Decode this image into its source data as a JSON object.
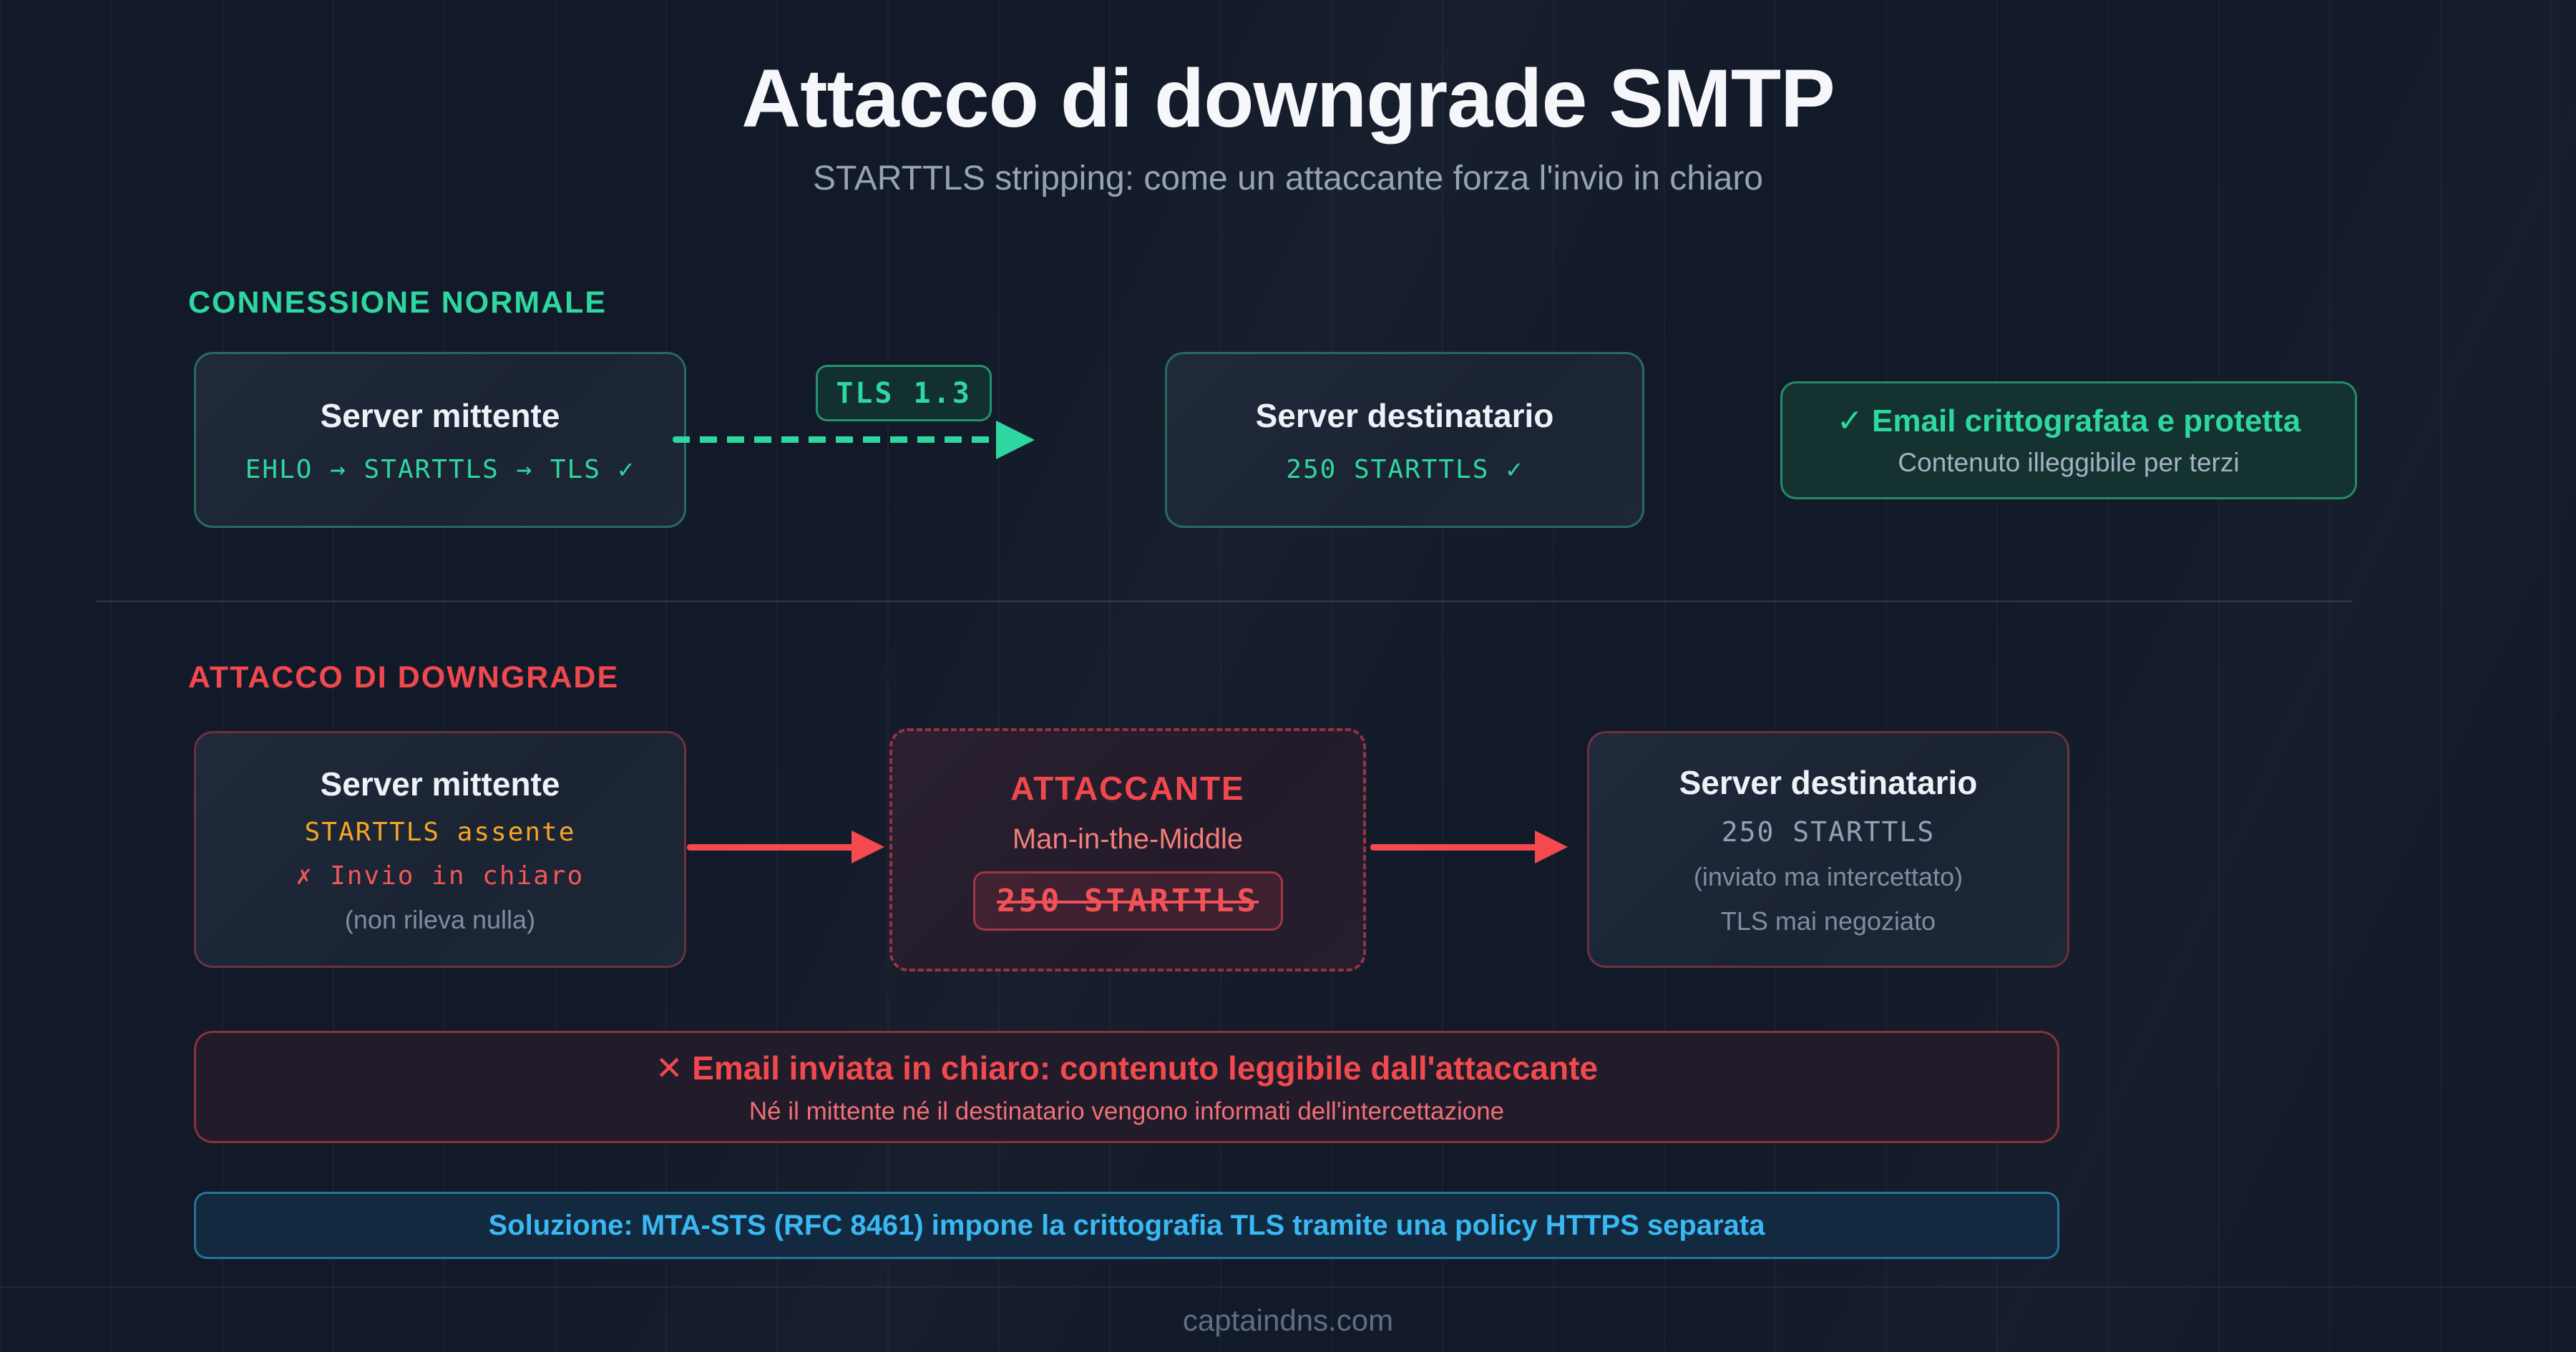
{
  "page": {
    "title": "Attacco di downgrade SMTP",
    "subtitle": "STARTTLS stripping: come un attaccante forza l'invio in chiaro",
    "footer": "captaindns.com"
  },
  "colors": {
    "background": "#121a29",
    "green_accent": "#2fd7a0",
    "red_accent": "#f0484d",
    "amber_accent": "#f5a524",
    "blue_accent": "#39b8f3",
    "slate_text": "#8494a9"
  },
  "normal": {
    "section_label": "CONNESSIONE NORMALE",
    "sender": {
      "title": "Server mittente",
      "code": "EHLO → STARTTLS → TLS ✓"
    },
    "tls_badge": "TLS 1.3",
    "receiver": {
      "title": "Server destinatario",
      "code": "250 STARTTLS ✓"
    },
    "result": {
      "icon": "✓",
      "title": "Email crittografata e protetta",
      "subtitle": "Contenuto illeggibile per terzi"
    }
  },
  "attack": {
    "section_label": "ATTACCO DI DOWNGRADE",
    "sender": {
      "title": "Server mittente",
      "line1": "STARTTLS assente",
      "line2": "✗ Invio in chiaro",
      "line3": "(non rileva nulla)"
    },
    "attacker": {
      "title": "ATTACCANTE",
      "subtitle": "Man-in-the-Middle",
      "badge": "250 STARTTLS"
    },
    "receiver": {
      "title": "Server destinatario",
      "line1": "250 STARTTLS",
      "line2": "(inviato ma intercettato)",
      "line3": "TLS mai negoziato"
    },
    "alert": {
      "icon": "✕",
      "title": "Email inviata in chiaro: contenuto leggibile dall'attaccante",
      "subtitle": "Né il mittente né il destinatario vengono informati dell'intercettazione"
    },
    "solution": "Soluzione: MTA-STS (RFC 8461) impone la crittografia TLS tramite una policy HTTPS separata"
  }
}
